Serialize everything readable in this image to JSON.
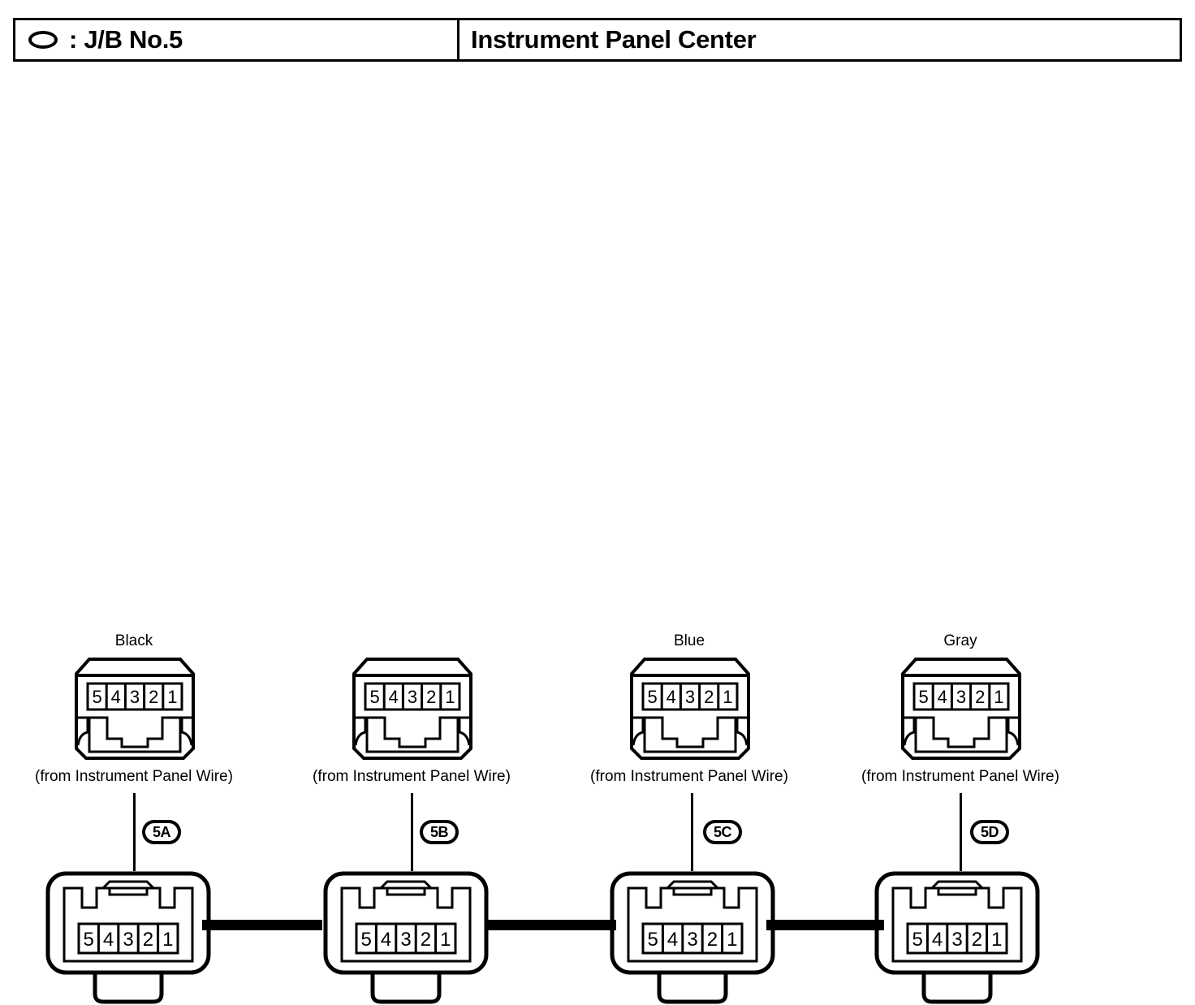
{
  "header": {
    "icon": "oval-icon",
    "left_text": ": J/B No.5",
    "right_text": "Instrument Panel Center"
  },
  "diagram": {
    "type": "wiring-connector-diagram",
    "pin_labels": [
      "5",
      "4",
      "3",
      "2",
      "1"
    ],
    "source_note": "(from Instrument Panel Wire)",
    "connectors": [
      {
        "code": "5A",
        "color": "Black",
        "source": "(from Instrument Panel Wire)",
        "pins": [
          "5",
          "4",
          "3",
          "2",
          "1"
        ]
      },
      {
        "code": "5B",
        "color": "",
        "source": "(from Instrument Panel Wire)",
        "pins": [
          "5",
          "4",
          "3",
          "2",
          "1"
        ]
      },
      {
        "code": "5C",
        "color": "Blue",
        "source": "(from Instrument Panel Wire)",
        "pins": [
          "5",
          "4",
          "3",
          "2",
          "1"
        ]
      },
      {
        "code": "5D",
        "color": "Gray",
        "source": "(from Instrument Panel Wire)",
        "pins": [
          "5",
          "4",
          "3",
          "2",
          "1"
        ]
      }
    ],
    "colors": {
      "line": "#000000",
      "background": "#ffffff"
    }
  }
}
